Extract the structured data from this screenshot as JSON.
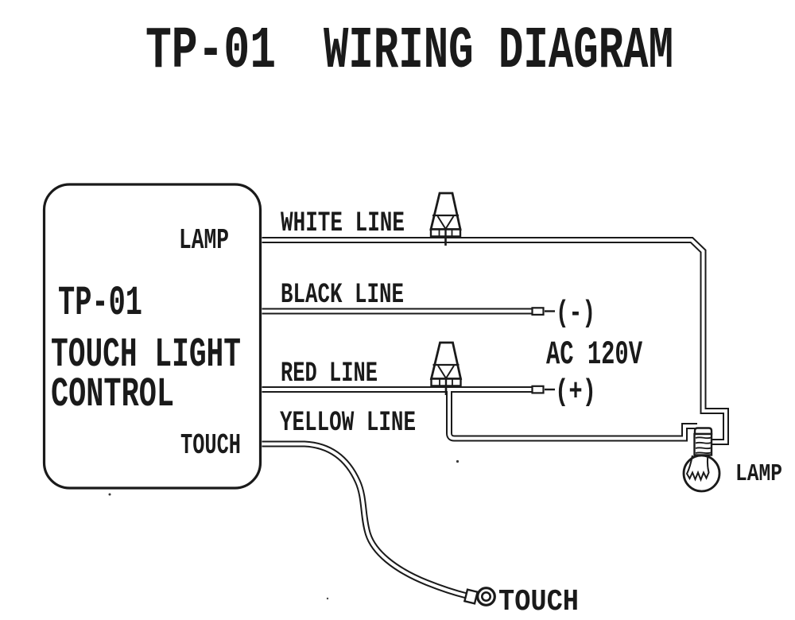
{
  "title": {
    "model": "TP-01",
    "text": "WIRING DIAGRAM"
  },
  "controller": {
    "model": "TP-01",
    "name_line1": "TOUCH LIGHT",
    "name_line2": "CONTROL",
    "lamp_terminal": "LAMP",
    "touch_terminal": "TOUCH"
  },
  "wires": {
    "white": "WHITE LINE",
    "black": "BLACK LINE",
    "red": "RED LINE",
    "yellow": "YELLOW LINE"
  },
  "power": {
    "voltage": "AC 120V",
    "negative": "(-)",
    "positive": "(+)"
  },
  "lamp": {
    "label": "LAMP"
  },
  "touch": {
    "label": "TOUCH"
  },
  "icons": {
    "wire_nut_white": "wire-nut-icon",
    "wire_nut_red": "wire-nut-icon",
    "lamp_bulb": "lamp-bulb-icon",
    "ring_terminal": "ring-terminal-icon"
  },
  "colors": {
    "ink": "#1a1a1a",
    "background": "#ffffff"
  }
}
